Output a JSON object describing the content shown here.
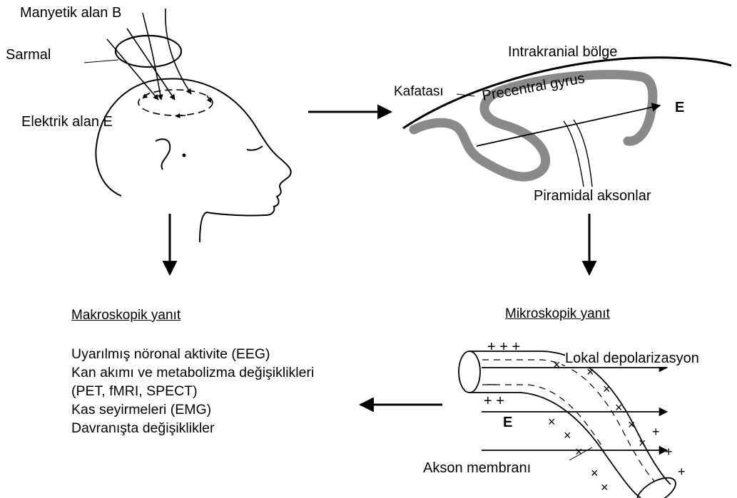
{
  "labels": {
    "magnetic_field": "Manyetik alan B",
    "coil": "Sarmal",
    "electric_field": "Elektrik alan E",
    "intracranial": "Intrakranial bölge",
    "skull": "Kafatası",
    "precentral": "Precentral gyrus",
    "e_symbol": "E",
    "pyramidal": "Piramidal aksonlar",
    "local_depolarization": "Lokal depolarizasyon",
    "axon_membrane": "Akson membranı",
    "e_symbol_axon": "E",
    "plus_pair_top": "+  +  +",
    "plus_pair_mid": "+ +",
    "minus_mark": "–"
  },
  "macroscopic": {
    "heading": "Makroskopik yanıt",
    "items": [
      "Uyarılmış nöronal aktivite (EEG)",
      "Kan akımı ve metabolizma değişiklikleri",
      "(PET, fMRI, SPECT)",
      "Kas seyirmeleri (EMG)",
      "Davranışta değişiklikler"
    ]
  },
  "microscopic": {
    "heading": "Mikroskopik yanıt"
  },
  "colors": {
    "ink": "#000000",
    "gyrus": "#8a8a8a",
    "background": "#ffffff"
  }
}
